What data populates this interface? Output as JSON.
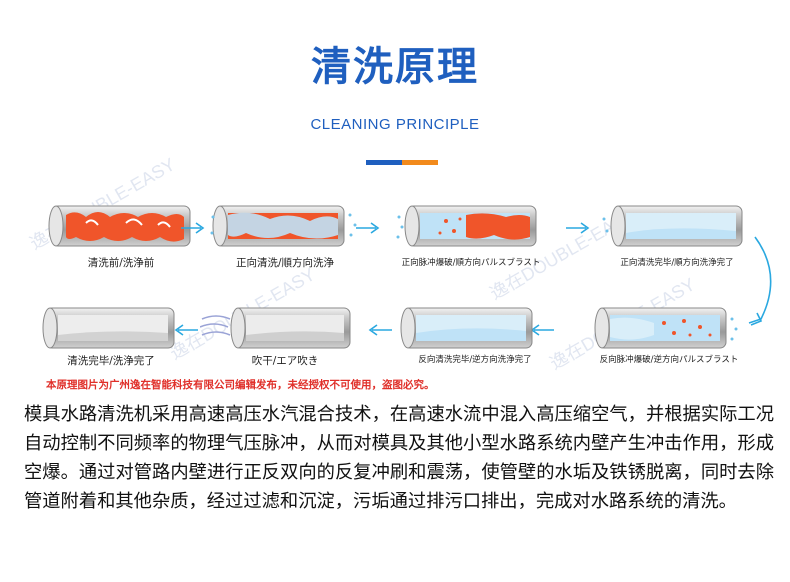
{
  "header": {
    "title": "清洗原理",
    "subtitle": "CLEANING PRINCIPLE"
  },
  "watermark_text": "逸在DOUBLE-EASY",
  "stages": [
    {
      "label": "清洗前/洗浄前",
      "state": "dirty"
    },
    {
      "label": "正向清洗/順方向洗浄",
      "state": "forward-wash"
    },
    {
      "label": "正向脉冲爆破/順方向パルスブラスト",
      "state": "forward-pulse"
    },
    {
      "label": "正向清洗完毕/順方向洗浄完了",
      "state": "forward-done"
    },
    {
      "label": "反向脉冲爆破/逆方向パルスブラスト",
      "state": "reverse-pulse"
    },
    {
      "label": "反向清洗完毕/逆方向洗浄完了",
      "state": "reverse-done"
    },
    {
      "label": "吹干/エア吹き",
      "state": "air-dry"
    },
    {
      "label": "清洗完毕/洗浄完了",
      "state": "clean"
    }
  ],
  "notice": "本原理图片为广州逸在智能科技有限公司编辑发布，未经授权不可使用，盗图必究。",
  "description": "模具水路清洗机采用高速高压水汽混合技术，在高速水流中混入高压缩空气，并根据实际工况自动控制不同频率的物理气压脉冲，从而对模具及其他小型水路系统内壁产生冲击作用，形成空爆。通过对管路内壁进行正反双向的反复冲刷和震荡，使管壁的水垢及铁锈脱离，同时去除管道附着和其他杂质，经过过滤和沉淀，污垢通过排污口排出，完成对水路系统的清洗。",
  "colors": {
    "title_blue": "#1f5fbf",
    "accent_orange": "#f28a1c",
    "rust_orange": "#f0552a",
    "water_blue": "#bfe2f7",
    "notice_red": "#e0302a",
    "arrow_blue": "#2aa8e0"
  }
}
